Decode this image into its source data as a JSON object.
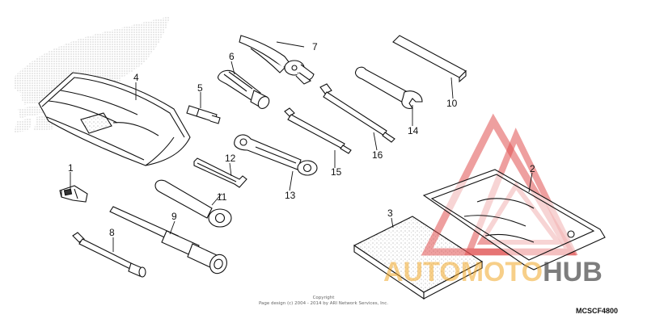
{
  "parts": [
    {
      "id": "1",
      "label": "1"
    },
    {
      "id": "2",
      "label": "2"
    },
    {
      "id": "3",
      "label": "3"
    },
    {
      "id": "4",
      "label": "4"
    },
    {
      "id": "5",
      "label": "5"
    },
    {
      "id": "6",
      "label": "6"
    },
    {
      "id": "7",
      "label": "7"
    },
    {
      "id": "8",
      "label": "8"
    },
    {
      "id": "9",
      "label": "9"
    },
    {
      "id": "10",
      "label": "10"
    },
    {
      "id": "11",
      "label": "11"
    },
    {
      "id": "12",
      "label": "12"
    },
    {
      "id": "13",
      "label": "13"
    },
    {
      "id": "14",
      "label": "14"
    },
    {
      "id": "15",
      "label": "15"
    },
    {
      "id": "16",
      "label": "16"
    }
  ],
  "copyright": {
    "line1": "Copyright",
    "line2": "Page design (c) 2004 - 2014 by ARI Network Services, Inc."
  },
  "diagram_code": "MCSCF4800",
  "watermark": {
    "part1": "AUTO",
    "part2": "MOTO",
    "part3": "HUB",
    "color_accent": "#f0a828",
    "color_dark": "#464646",
    "triangle_color": "#e05050"
  }
}
